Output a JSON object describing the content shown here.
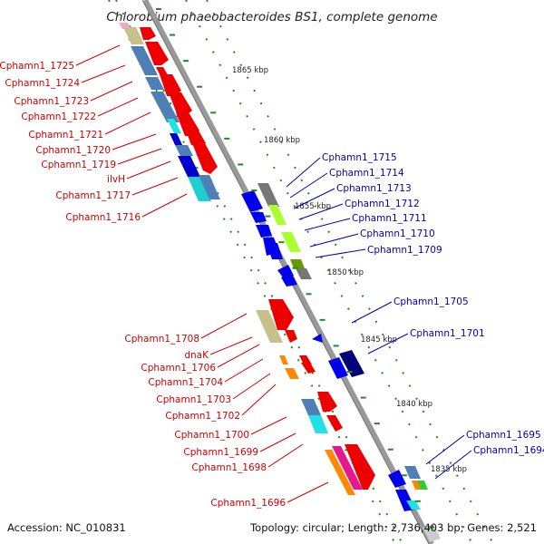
{
  "title": "Chlorobium phaeobacteroides BS1, complete genome",
  "footer": {
    "accession": "Accession: NC_010831",
    "topology": "Topology: circular; Length: 2,736,403 bp; Genes: 2,521"
  },
  "colors": {
    "backbone": "#999999",
    "forward_label": "#cc0000",
    "reverse_label": "#0000b4",
    "tick": "#228b22"
  },
  "kbp_labels": [
    "1865 kbp",
    "1860 kbp",
    "1855 kbp",
    "1850 kbp",
    "1845 kbp",
    "1840 kbp",
    "1835 kbp"
  ],
  "forward_labels": [
    "Cphamn1_1725",
    "Cphamn1_1724",
    "Cphamn1_1723",
    "Cphamn1_1722",
    "Cphamn1_1721",
    "Cphamn1_1720",
    "Cphamn1_1719",
    "ilvH",
    "Cphamn1_1717",
    "Cphamn1_1716",
    "Cphamn1_1708",
    "dnaK",
    "Cphamn1_1706",
    "Cphamn1_1704",
    "Cphamn1_1703",
    "Cphamn1_1702",
    "Cphamn1_1700",
    "Cphamn1_1699",
    "Cphamn1_1698",
    "Cphamn1_1696"
  ],
  "reverse_labels": [
    "Cphamn1_1715",
    "Cphamn1_1714",
    "Cphamn1_1713",
    "Cphamn1_1712",
    "Cphamn1_1711",
    "Cphamn1_1710",
    "Cphamn1_1709",
    "Cphamn1_1705",
    "Cphamn1_1701",
    "Cphamn1_1695",
    "Cphamn1_1694"
  ]
}
